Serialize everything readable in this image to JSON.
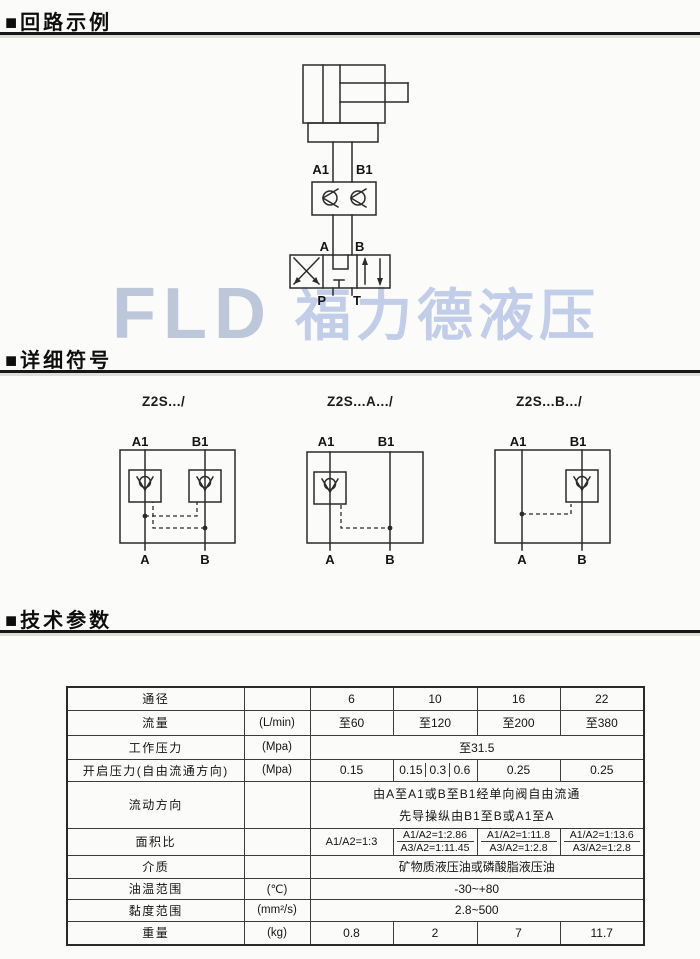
{
  "sections": {
    "circuit": {
      "title": "■回路示例"
    },
    "symbols": {
      "title": "■详细符号"
    },
    "params": {
      "title": "■技术参数"
    }
  },
  "watermark": {
    "latin": "FLD",
    "chinese": "福力德液压"
  },
  "circuit_ports": {
    "a1": "A1",
    "b1": "B1",
    "a": "A",
    "b": "B",
    "p": "P",
    "t": "T"
  },
  "symbol_diagrams": {
    "d1": {
      "label": "Z2S.../",
      "a1": "A1",
      "b1": "B1",
      "a": "A",
      "b": "B"
    },
    "d2": {
      "label": "Z2S...A.../",
      "a1": "A1",
      "b1": "B1",
      "a": "A",
      "b": "B"
    },
    "d3": {
      "label": "Z2S...B.../",
      "a1": "A1",
      "b1": "B1",
      "a": "A",
      "b": "B"
    }
  },
  "table": {
    "rows": {
      "r0": {
        "name": "通径",
        "unit": "",
        "c0": "6",
        "c1": "10",
        "c2": "16",
        "c3": "22"
      },
      "r1": {
        "name": "流量",
        "unit": "(L/min)",
        "c0": "至60",
        "c1": "至120",
        "c2": "至200",
        "c3": "至380"
      },
      "r2": {
        "name": "工作压力",
        "unit": "(Mpa)",
        "span": "至31.5"
      },
      "r3": {
        "name": "开启压力(自由流通方向)",
        "unit": "(Mpa)",
        "c0": "0.15",
        "c1a": "0.15",
        "c1b": "0.3",
        "c1c": "0.6",
        "c2": "0.25",
        "c3": "0.25"
      },
      "r4": {
        "name": "流动方向",
        "unit": "",
        "line1": "由A至A1或B至B1经单向阀自由流通",
        "line2": "先导操纵由B1至B或A1至A"
      },
      "r5": {
        "name": "面积比",
        "unit": "",
        "c0": "A1/A2=1:3",
        "c1a": "A1/A2=1:2.86",
        "c1b": "A3/A2=1:11.45",
        "c2a": "A1/A2=1:11.8",
        "c2b": "A3/A2=1:2.8",
        "c3a": "A1/A2=1:13.6",
        "c3b": "A3/A2=1:2.8"
      },
      "r6": {
        "name": "介质",
        "unit": "",
        "span": "矿物质液压油或磷酸脂液压油"
      },
      "r7": {
        "name": "油温范围",
        "unit": "(℃)",
        "span": "-30~+80"
      },
      "r8": {
        "name": "黏度范围",
        "unit": "(mm²/s)",
        "span": "2.8~500"
      },
      "r9": {
        "name": "重量",
        "unit": "(kg)",
        "c0": "0.8",
        "c1": "2",
        "c2": "7",
        "c3": "11.7"
      }
    }
  }
}
